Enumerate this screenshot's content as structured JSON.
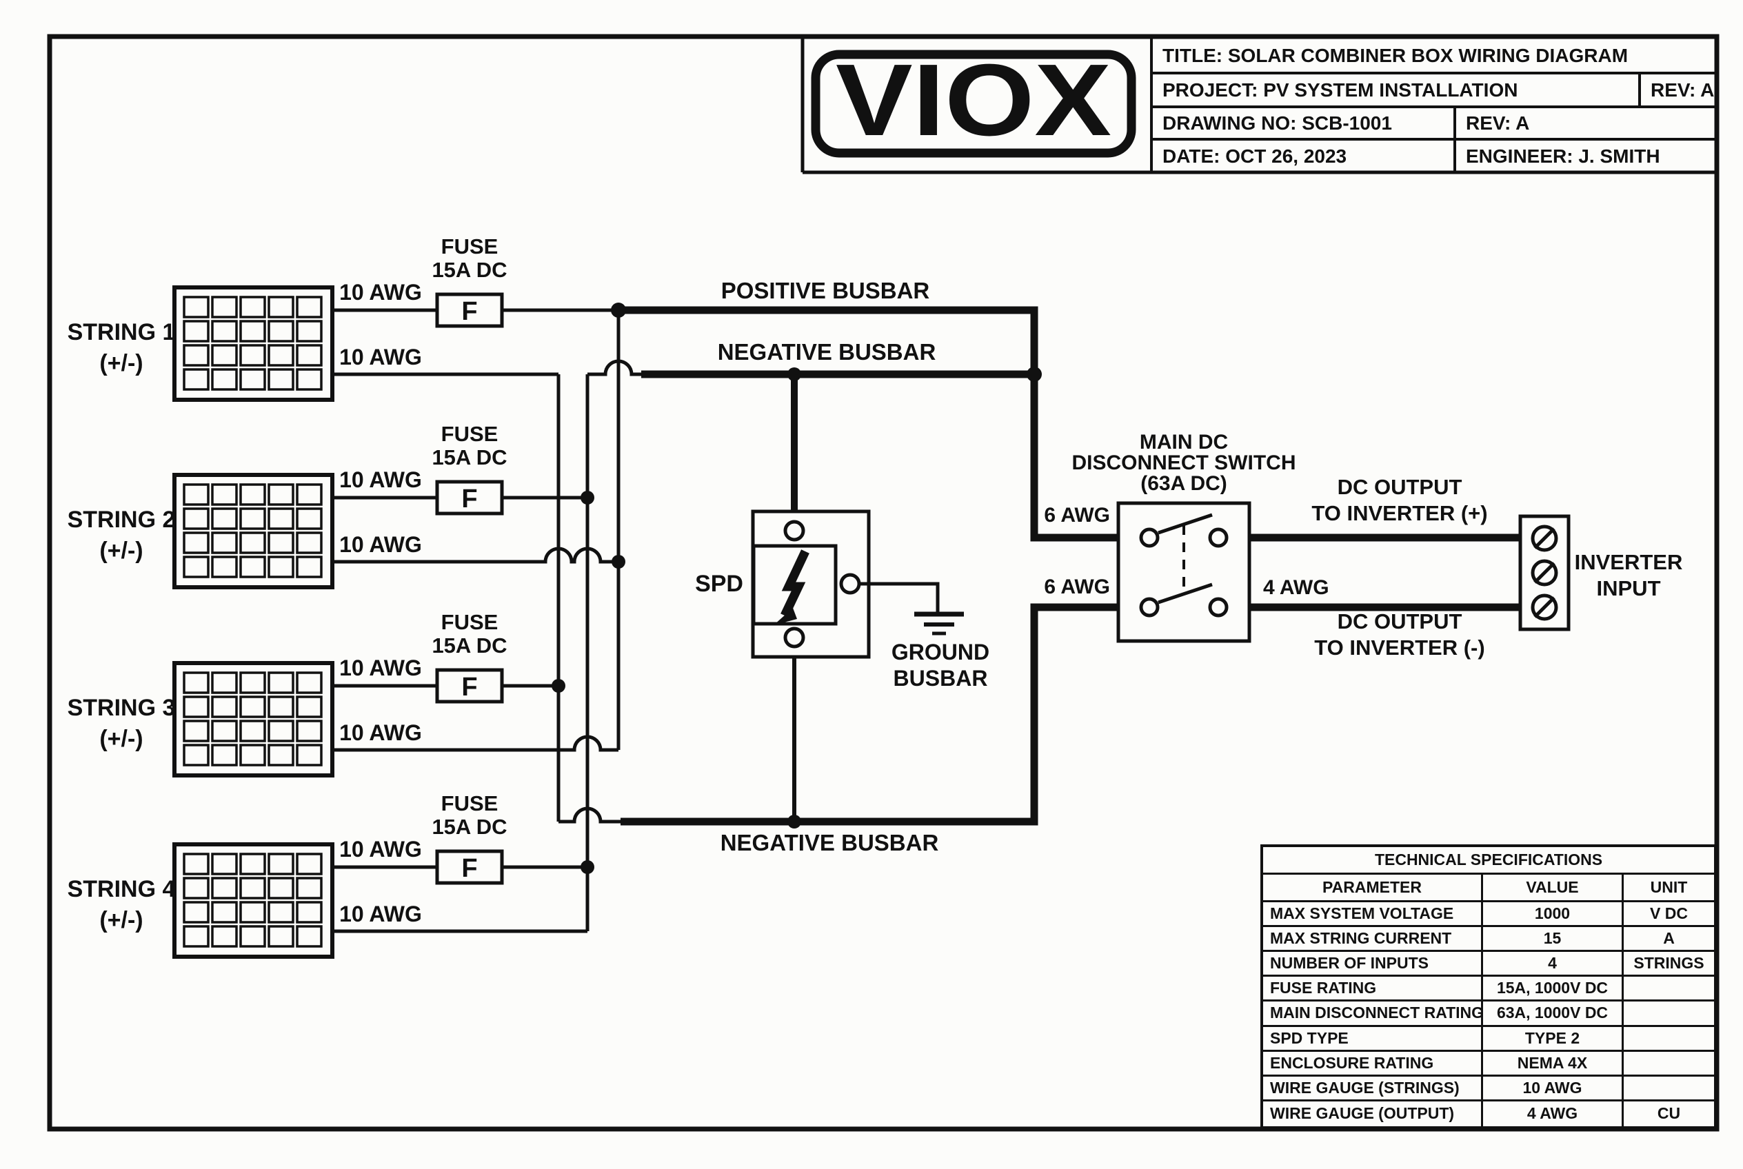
{
  "title_block": {
    "logo": "VIOX",
    "title": "TITLE: SOLAR COMBINER BOX WIRING DIAGRAM",
    "project": "PROJECT: PV SYSTEM INSTALLATION",
    "rev_top": "REV: A",
    "drawing_no": "DRAWING NO: SCB-1001",
    "rev": "REV: A",
    "date": "DATE: OCT 26, 2023",
    "engineer": "ENGINEER: J. SMITH"
  },
  "strings": [
    {
      "name": "STRING 1",
      "polarity": "(+/-)"
    },
    {
      "name": "STRING 2",
      "polarity": "(+/-)"
    },
    {
      "name": "STRING 3",
      "polarity": "(+/-)"
    },
    {
      "name": "STRING 4",
      "polarity": "(+/-)"
    }
  ],
  "labels": {
    "awg10": "10 AWG",
    "awg6": "6 AWG",
    "awg4": "4 AWG",
    "fuse_line1": "FUSE",
    "fuse_line2": "15A DC",
    "fuse_symbol": "F",
    "positive_busbar": "POSITIVE BUSBAR",
    "negative_busbar": "NEGATIVE BUSBAR",
    "negative_busbar_bottom": "NEGATIVE BUSBAR",
    "spd": "SPD",
    "ground_line1": "GROUND",
    "ground_line2": "BUSBAR",
    "switch_line1": "MAIN DC",
    "switch_line2": "DISCONNECT SWITCH",
    "switch_line3": "(63A DC)",
    "dc_out_pos_line1": "DC OUTPUT",
    "dc_out_pos_line2": "TO INVERTER (+)",
    "dc_out_neg_line1": "DC OUTPUT",
    "dc_out_neg_line2": "TO INVERTER (-)",
    "inverter_line1": "INVERTER",
    "inverter_line2": "INPUT"
  },
  "specs": {
    "header": "TECHNICAL SPECIFICATIONS",
    "columns": [
      "PARAMETER",
      "VALUE",
      "UNIT"
    ],
    "rows": [
      {
        "param": "MAX SYSTEM VOLTAGE",
        "value": "1000",
        "unit": "V DC"
      },
      {
        "param": "MAX STRING CURRENT",
        "value": "15",
        "unit": "A"
      },
      {
        "param": "NUMBER OF INPUTS",
        "value": "4",
        "unit": "STRINGS"
      },
      {
        "param": "FUSE RATING",
        "value": "15A, 1000V DC",
        "unit": ""
      },
      {
        "param": "MAIN DISCONNECT RATING",
        "value": "63A, 1000V DC",
        "unit": ""
      },
      {
        "param": "SPD TYPE",
        "value": "TYPE 2",
        "unit": ""
      },
      {
        "param": "ENCLOSURE RATING",
        "value": "NEMA 4X",
        "unit": ""
      },
      {
        "param": "WIRE GAUGE (STRINGS)",
        "value": "10 AWG",
        "unit": ""
      },
      {
        "param": "WIRE GAUGE (OUTPUT)",
        "value": "4 AWG",
        "unit": "CU"
      }
    ]
  },
  "colors": {
    "ink": "#111111",
    "paper": "#fcfcfa"
  }
}
